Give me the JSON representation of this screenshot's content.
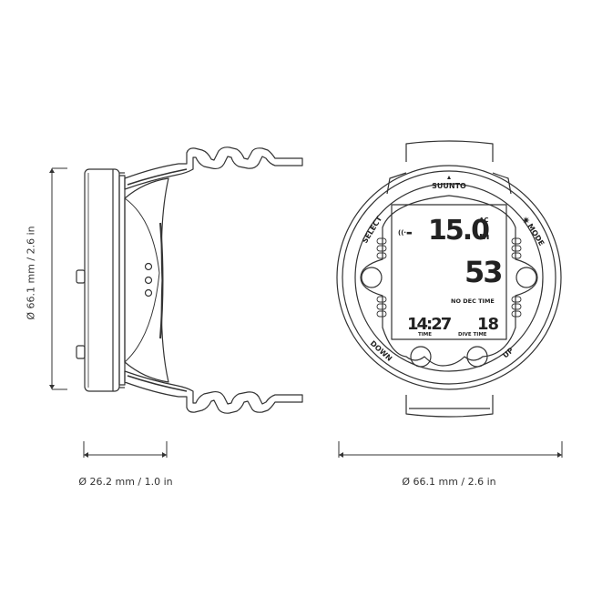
{
  "diagram": {
    "subject": "Dive computer dimension drawing",
    "views": [
      "side view",
      "front view"
    ],
    "colors": {
      "line": "#333333",
      "background": "#ffffff"
    }
  },
  "dimensions": {
    "height": {
      "label": "Ø 66.1 mm / 2.6 in",
      "mm": 66.1,
      "in": 2.6
    },
    "depth": {
      "label": "Ø 26.2 mm / 1.0 in",
      "mm": 26.2,
      "in": 1.0
    },
    "width": {
      "label": "Ø 66.1 mm / 2.6 in",
      "mm": 66.1,
      "in": 2.6
    }
  },
  "front_view": {
    "brand": "SUUNTO",
    "buttons": {
      "select": "SELECT",
      "mode": "MODE",
      "down": "DOWN",
      "up": "UP"
    },
    "display": {
      "depth_value": "15.0",
      "depth_unit": "m",
      "ac_label": "AC",
      "no_dec_value": "53",
      "no_dec_label": "NO DEC TIME",
      "time_value": "14:27",
      "time_label": "TIME",
      "dive_time_value": "18",
      "dive_time_label": "DIVE TIME"
    }
  }
}
